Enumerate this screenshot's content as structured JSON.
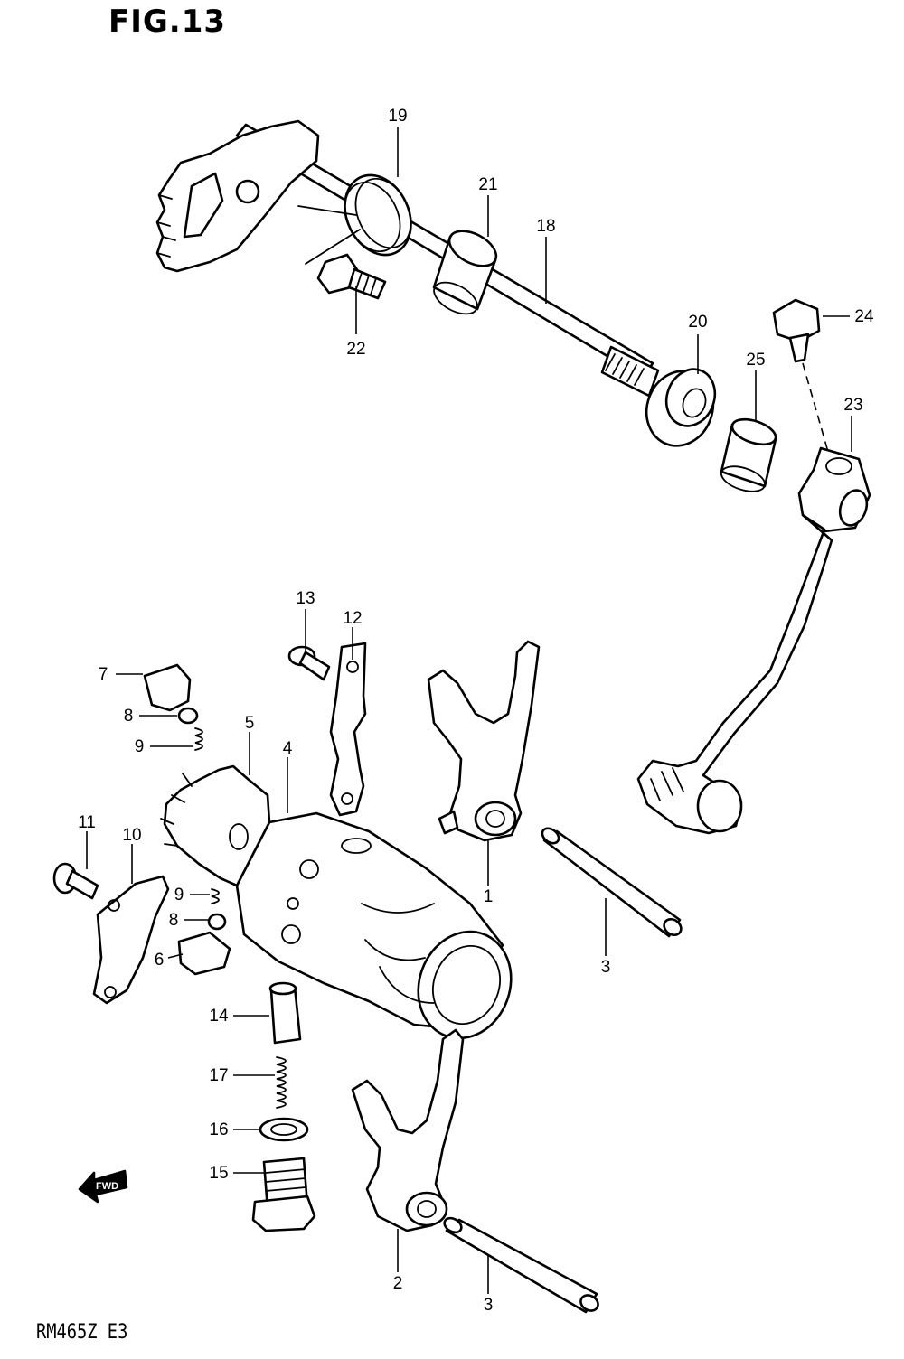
{
  "figure": {
    "title": "FIG.13",
    "code": "RM465Z E3"
  },
  "callouts": [
    {
      "id": "1",
      "label": "1"
    },
    {
      "id": "2",
      "label": "2"
    },
    {
      "id": "3a",
      "label": "3"
    },
    {
      "id": "3b",
      "label": "3"
    },
    {
      "id": "4",
      "label": "4"
    },
    {
      "id": "5",
      "label": "5"
    },
    {
      "id": "6",
      "label": "6"
    },
    {
      "id": "7",
      "label": "7"
    },
    {
      "id": "8a",
      "label": "8"
    },
    {
      "id": "8b",
      "label": "8"
    },
    {
      "id": "9a",
      "label": "9"
    },
    {
      "id": "9b",
      "label": "9"
    },
    {
      "id": "10",
      "label": "10"
    },
    {
      "id": "11",
      "label": "11"
    },
    {
      "id": "12",
      "label": "12"
    },
    {
      "id": "13",
      "label": "13"
    },
    {
      "id": "14",
      "label": "14"
    },
    {
      "id": "15",
      "label": "15"
    },
    {
      "id": "16",
      "label": "16"
    },
    {
      "id": "17",
      "label": "17"
    },
    {
      "id": "18",
      "label": "18"
    },
    {
      "id": "19",
      "label": "19"
    },
    {
      "id": "20",
      "label": "20"
    },
    {
      "id": "21",
      "label": "21"
    },
    {
      "id": "22",
      "label": "22"
    },
    {
      "id": "23",
      "label": "23"
    },
    {
      "id": "24",
      "label": "24"
    },
    {
      "id": "25",
      "label": "25"
    }
  ],
  "fwd_arrow": {
    "icon": "forward-arrow-icon",
    "text": "FWD"
  }
}
